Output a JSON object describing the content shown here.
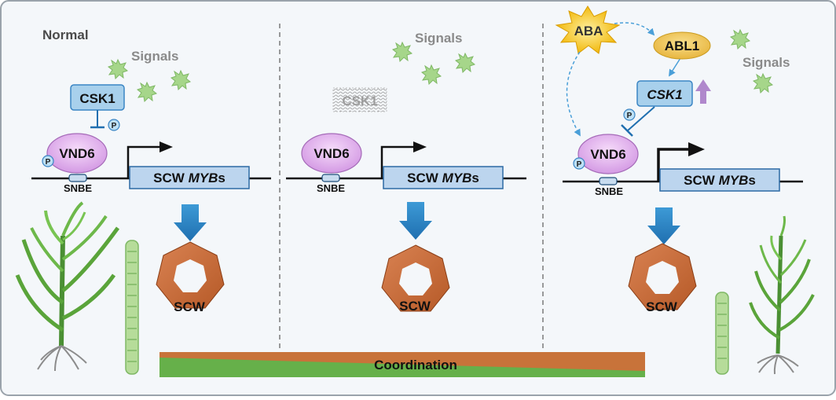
{
  "panels": {
    "normal": {
      "title": "Normal",
      "signals_label": "Signals",
      "csk1_label": "CSK1",
      "p_label": "P",
      "vnd6_label": "VND6",
      "snbe_label": "SNBE",
      "gene_prefix": "SCW ",
      "gene_italic": "MYB",
      "gene_suffix": "s",
      "scw_label": "SCW"
    },
    "mutant": {
      "signals_label": "Signals",
      "csk1_label": "CSK1",
      "vnd6_label": "VND6",
      "snbe_label": "SNBE",
      "gene_prefix": "SCW ",
      "gene_italic": "MYB",
      "gene_suffix": "s",
      "scw_label": "SCW"
    },
    "stress": {
      "aba_label": "ABA",
      "abl1_label": "ABL1",
      "signals_label": "Signals",
      "csk1_label": "CSK1",
      "p_label": "P",
      "vnd6_label": "VND6",
      "snbe_label": "SNBE",
      "gene_prefix": "SCW ",
      "gene_italic": "MYB",
      "gene_suffix": "s",
      "scw_label": "SCW"
    }
  },
  "coordination_label": "Coordination",
  "icons": [
    "signal-burst-icon",
    "plant-icon",
    "xylem-vessel-icon",
    "down-arrow-icon",
    "up-arrow-icon",
    "heptagon-scw-icon"
  ],
  "colors": {
    "background": "#f4f7fa",
    "vnd6_fill": "#e8b8f0",
    "gene_box": "#bcd5ee",
    "csk1_box": "#a8d0ec",
    "scw_brown": "#c96a35",
    "signal_green": "#a6d68a",
    "abl1_fill": "#f0c85a",
    "aba_fill": "#f4c21b",
    "flow_blue": "#2f86c7",
    "up_arrow_purple": "#b088cc",
    "coordination_orange": "#c8733a",
    "coordination_green": "#66b04a"
  }
}
